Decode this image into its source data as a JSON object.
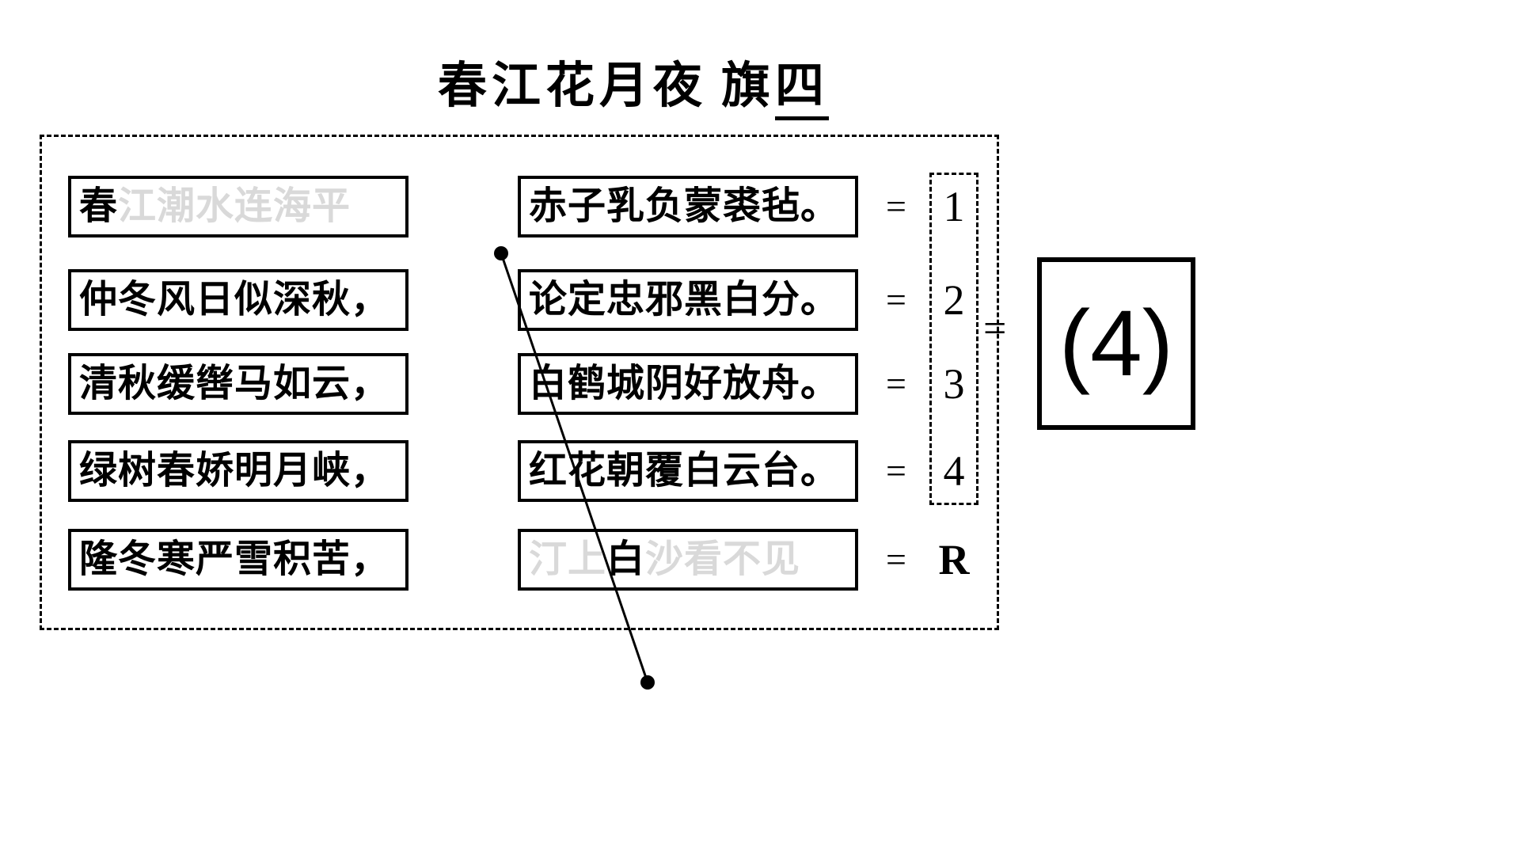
{
  "title": {
    "main": "春江花月夜",
    "separator": " ",
    "tag": "旗",
    "underlined": "四",
    "full": "春江花月夜 旗四"
  },
  "left_column": {
    "rows": [
      {
        "black_prefix": "春",
        "gray_rest": "江潮水连海平",
        "full": "春江潮水连海平"
      },
      {
        "black_prefix": "仲冬风日似深秋，",
        "gray_rest": "",
        "full": "仲冬风日似深秋，"
      },
      {
        "black_prefix": "清秋缓辔马如云，",
        "gray_rest": "",
        "full": "清秋缓辔马如云，"
      },
      {
        "black_prefix": "绿树春娇明月峡，",
        "gray_rest": "",
        "full": "绿树春娇明月峡，"
      },
      {
        "black_prefix": "隆冬寒严雪积苦，",
        "gray_rest": "",
        "full": "隆冬寒严雪积苦，"
      }
    ]
  },
  "right_column": {
    "rows": [
      {
        "segments": [
          {
            "text": "赤子乳负蒙裘毡。",
            "style": "black"
          }
        ],
        "equals": "=",
        "answer": "1"
      },
      {
        "segments": [
          {
            "text": "论定忠邪黑白分。",
            "style": "black"
          }
        ],
        "equals": "=",
        "answer": "2"
      },
      {
        "segments": [
          {
            "text": "白鹤城阴好放舟。",
            "style": "black"
          }
        ],
        "equals": "=",
        "answer": "3"
      },
      {
        "segments": [
          {
            "text": "红花朝覆白云台。",
            "style": "black"
          }
        ],
        "equals": "=",
        "answer": "4"
      },
      {
        "segments": [
          {
            "text": "汀上",
            "style": "gray"
          },
          {
            "text": "白",
            "style": "black"
          },
          {
            "text": "沙看不见",
            "style": "gray"
          }
        ],
        "equals": "=",
        "answer": "R"
      }
    ]
  },
  "result": {
    "equals": "=",
    "value": "(4)"
  },
  "colors": {
    "ink": "#000000",
    "faded": "#d9d9d9",
    "background": "#ffffff"
  }
}
